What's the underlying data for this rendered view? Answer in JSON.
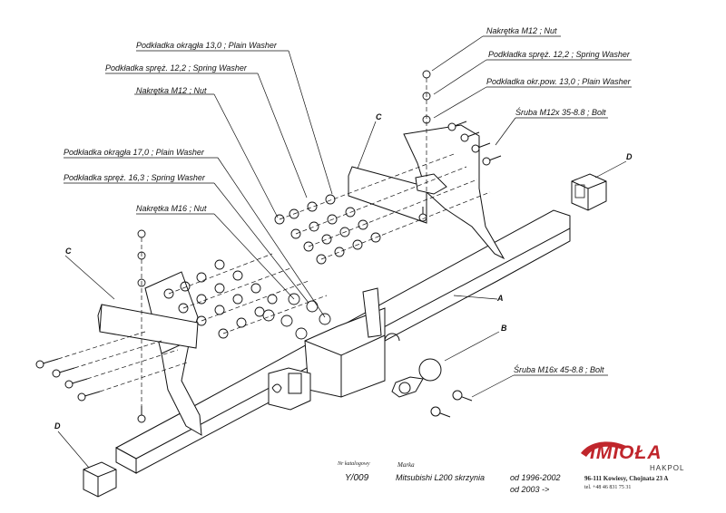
{
  "labels": {
    "plain_washer_13": "Podkładka okrągła 13,0 ;  Plain Washer",
    "spring_washer_12_left": "Podkładka spręż. 12,2 ; Spring Washer",
    "nut_m12_left": "Nakrętka  M12 ; Nut",
    "plain_washer_17": "Podkładka okrągła 17,0 ;  Plain Washer",
    "spring_washer_16": "Podkładka spręż. 16,3 ; Spring Washer",
    "nut_m16": "Nakrętka  M16 ; Nut",
    "nut_m12_right": "Nakrętka  M12 ; Nut",
    "spring_washer_12_right": "Podkładka spręż. 12,2 ; Spring Washer",
    "plain_washer_13_right": "Podkładka okr.pow. 13,0 ;  Plain Washer",
    "bolt_m12": "Śruba M12x 35-8.8 ;  Bolt",
    "bolt_m16": "Śruba M16x 45-8.8 ;  Bolt"
  },
  "callouts": {
    "a": "A",
    "b": "B",
    "c_left": "C",
    "c_right": "C",
    "d_left": "D",
    "d_right": "D"
  },
  "info": {
    "catalog_heading": "Nr katalogowy",
    "catalog_number": "Y/009",
    "make_heading": "Marka",
    "make_model": "Mitsubishi L200 skrzynia",
    "from_1": "od 1996-2002",
    "from_2": "od 2003 ->"
  },
  "logo": {
    "name": "IMIOŁA",
    "sub": "HAKPOL",
    "address": "96-111 Kowiesy, Chojnata 23 A",
    "phone": "tel. +48 46 831 75 31",
    "accent": "#c0262c"
  }
}
